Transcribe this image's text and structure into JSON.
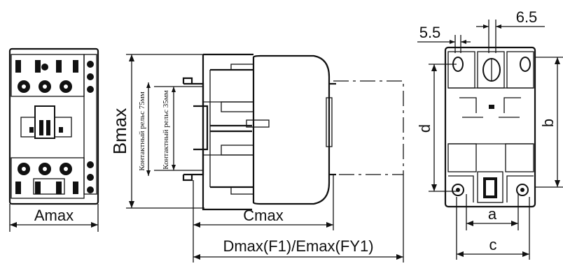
{
  "figure": {
    "front_view": {
      "dimension_label": "Amax"
    },
    "side_view": {
      "height_label": "Bmax",
      "rail_75_label": "Контактный рельс 75мм",
      "rail_35_label": "Контактный рельс 35мм",
      "depth_label": "Cmax",
      "total_depth_label": "Dmax(F1)/Emax(FY1)"
    },
    "mount_view": {
      "hole_dim_left": "5.5",
      "hole_dim_right": "6.5",
      "label_a": "a",
      "label_b": "b",
      "label_c": "c",
      "label_d": "d"
    }
  }
}
